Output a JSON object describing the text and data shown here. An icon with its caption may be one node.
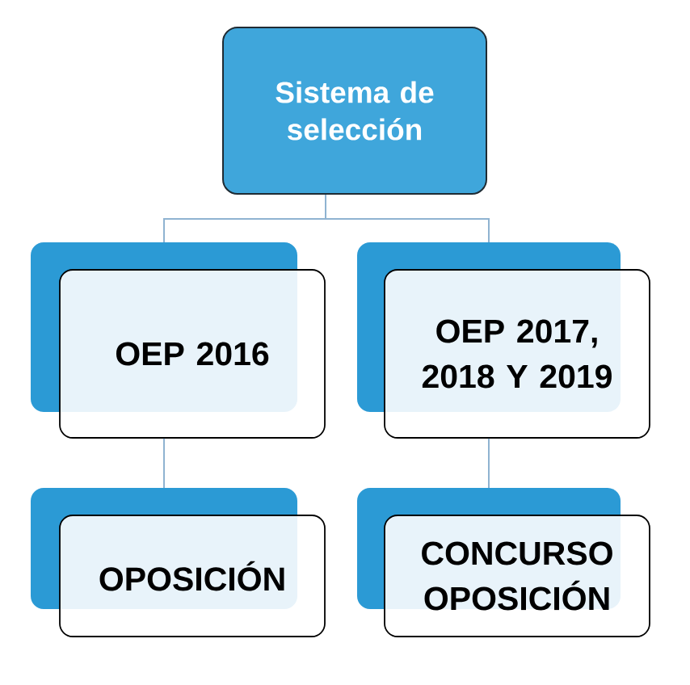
{
  "diagram": {
    "nodes": [
      {
        "text": [
          "Sistema de selección"
        ]
      },
      {
        "text": [
          "OEP 2016"
        ]
      },
      {
        "text": [
          "OEP 2017, 2018 Y 2019"
        ]
      },
      {
        "text": [
          "OPOSICIÓN"
        ]
      },
      {
        "text": [
          "CONCURSO OPOSICIÓN"
        ]
      }
    ],
    "edges": [
      {
        "from": 0,
        "to": 1,
        "arrow": "none"
      },
      {
        "from": 0,
        "to": 2,
        "arrow": "none"
      },
      {
        "from": 1,
        "to": 3,
        "arrow": "none"
      },
      {
        "from": 2,
        "to": 4,
        "arrow": "none"
      }
    ]
  }
}
